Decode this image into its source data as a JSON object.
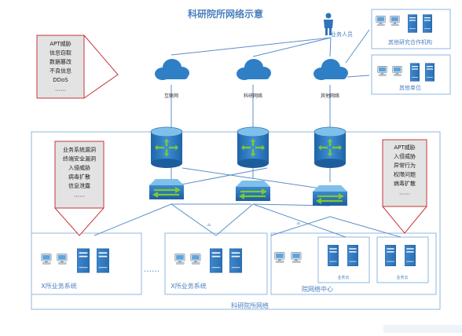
{
  "title": "科研院所网络示意",
  "user": {
    "label": "业务人员"
  },
  "clouds": [
    {
      "label": "互联网"
    },
    {
      "label": "科研网络"
    },
    {
      "label": "其他网络"
    }
  ],
  "external": [
    {
      "label": "其他研究合作机构"
    },
    {
      "label": "其他单位"
    }
  ],
  "callouts": {
    "top_left": [
      "APT威胁",
      "信息窃取",
      "数据篡改",
      "不良信息",
      "DDoS",
      "……"
    ],
    "mid_left": [
      "业务系统漏洞",
      "终端安全漏洞",
      "入侵威胁",
      "病毒扩散",
      "信息泄露",
      "……"
    ],
    "right": [
      "APT威胁",
      "入侵威胁",
      "异常行为",
      "权限问题",
      "病毒扩散",
      "……"
    ]
  },
  "zones": {
    "outer": "科研院所网络",
    "x_business": "X所业务系统",
    "x_business2": "X所业务系统",
    "datacenter": "院网络中心",
    "dots": "……",
    "server_label": "业务云"
  },
  "colors": {
    "title": "#4a7fbf",
    "cloud": "#2f7fc6",
    "device_top": "#7fc0ea",
    "device_side": "#2a74b8",
    "arrow": "#7ec832",
    "callout_border": "#c8353a",
    "callout_fill": "#e3e3e3",
    "line": "#5b8fc9",
    "zone_border": "#8fb7df"
  }
}
